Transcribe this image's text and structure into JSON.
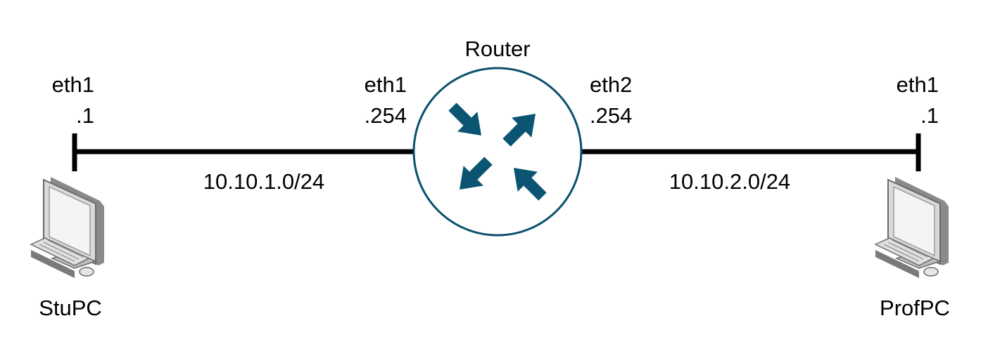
{
  "router": {
    "label": "Router",
    "eth1_name": "eth1",
    "eth1_ip": ".254",
    "eth2_name": "eth2",
    "eth2_ip": ".254",
    "icon": "router-icon",
    "circle_color": "#0b4f6c",
    "arrow_color": "#0b5573"
  },
  "stupc": {
    "label": "StuPC",
    "iface_name": "eth1",
    "iface_ip": ".1",
    "icon": "desktop-computer-icon"
  },
  "profpc": {
    "label": "ProfPC",
    "iface_name": "eth1",
    "iface_ip": ".1",
    "icon": "desktop-computer-icon"
  },
  "links": {
    "left_subnet": "10.10.1.0/24",
    "right_subnet": "10.10.2.0/24"
  }
}
